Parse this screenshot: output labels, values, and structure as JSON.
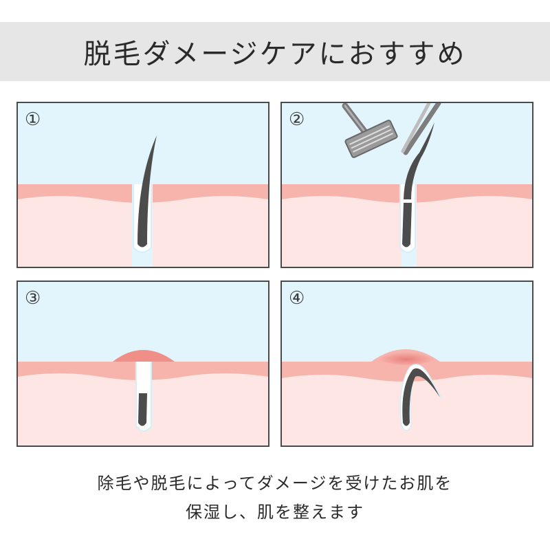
{
  "header": {
    "title": "脱毛ダメージケアにおすすめ"
  },
  "panels": [
    {
      "number": "①",
      "scene": "healthy-hair"
    },
    {
      "number": "②",
      "scene": "razor-and-tweezers"
    },
    {
      "number": "③",
      "scene": "inflamed-bump"
    },
    {
      "number": "④",
      "scene": "ingrown-hair"
    }
  ],
  "caption": {
    "line1": "除毛や脱毛によってダメージを受けたお肌を",
    "line2": "保湿し、肌を整えます"
  },
  "colors": {
    "sky": "#e2f5fc",
    "epidermis": "#f6b4ac",
    "dermis": "#fde6e3",
    "hair": "#4c4c4c",
    "inflammation": "#f08f88",
    "header_bg": "#e6e6e6"
  }
}
